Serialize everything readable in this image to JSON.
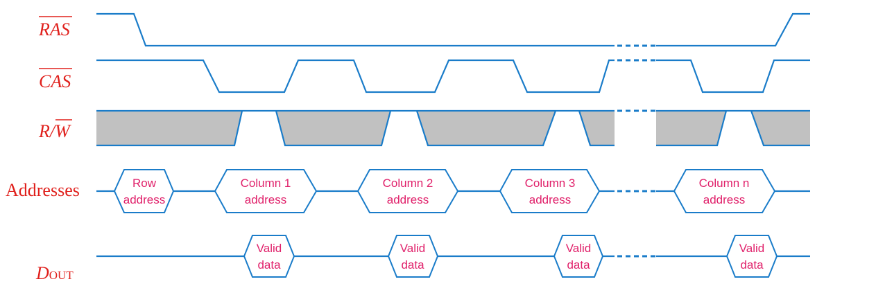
{
  "signals": {
    "ras": "RAS",
    "cas": "CAS",
    "rw_r": "R/",
    "rw_w": "W",
    "addresses": "Addresses",
    "dout_d": "D",
    "dout_sub": "OUT"
  },
  "address_boxes": [
    {
      "line1": "Row",
      "line2": "address"
    },
    {
      "line1": "Column 1",
      "line2": "address"
    },
    {
      "line1": "Column 2",
      "line2": "address"
    },
    {
      "line1": "Column 3",
      "line2": "address"
    },
    {
      "line1": "Column n",
      "line2": "address"
    }
  ],
  "data_boxes": [
    {
      "line1": "Valid",
      "line2": "data"
    },
    {
      "line1": "Valid",
      "line2": "data"
    },
    {
      "line1": "Valid",
      "line2": "data"
    },
    {
      "line1": "Valid",
      "line2": "data"
    }
  ],
  "colors": {
    "wave": "#1a7cc9",
    "label": "#e0201c",
    "box_text": "#e0206a",
    "shade": "#c1c1c1"
  }
}
